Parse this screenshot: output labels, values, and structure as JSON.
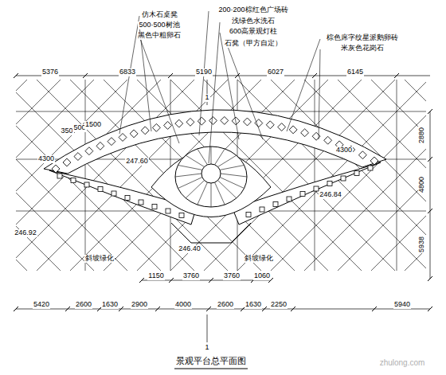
{
  "diagram": {
    "title": "景观平台总平面图",
    "labels": [
      "仿木石桌凳",
      "500·500树池",
      "黑色中粗卵石",
      "200·200棕红色广场砖",
      "浅绿色水洗石",
      "600高景观灯柱",
      "石凳（甲方自定）",
      "棕色席字纹星派鹅卵砖",
      "米灰色花岗石",
      "5376",
      "6833",
      "5190",
      "6027",
      "6145",
      "2880",
      "4800",
      "5938",
      "1150",
      "3760",
      "3760",
      "1060",
      "5420",
      "2600",
      "1630",
      "2900",
      "4000",
      "2600",
      "1630",
      "2250",
      "5940",
      "4300",
      "350",
      "500",
      "1500",
      "4300",
      "247.60",
      "246.92",
      "246.40",
      "246.84",
      "斜坡绿化",
      "斜坡绿化",
      "1",
      "1",
      "zhulong.com"
    ]
  }
}
